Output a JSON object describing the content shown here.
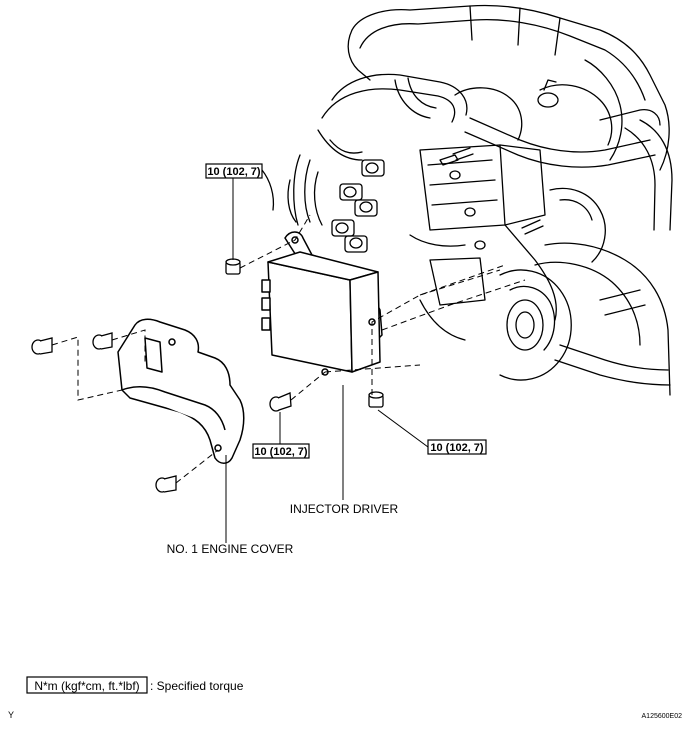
{
  "torque_labels": {
    "upper_left": "10 (102, 7)",
    "lower_center": "10 (102, 7)",
    "lower_right": "10 (102, 7)"
  },
  "part_labels": {
    "injector_driver": "INJECTOR DRIVER",
    "engine_cover": "NO. 1 ENGINE COVER"
  },
  "legend": {
    "unit_box": "N*m (kgf*cm, ft.*lbf)",
    "description": ": Specified torque"
  },
  "footer": {
    "left_code": "Y",
    "figure_id": "A125600E02"
  }
}
